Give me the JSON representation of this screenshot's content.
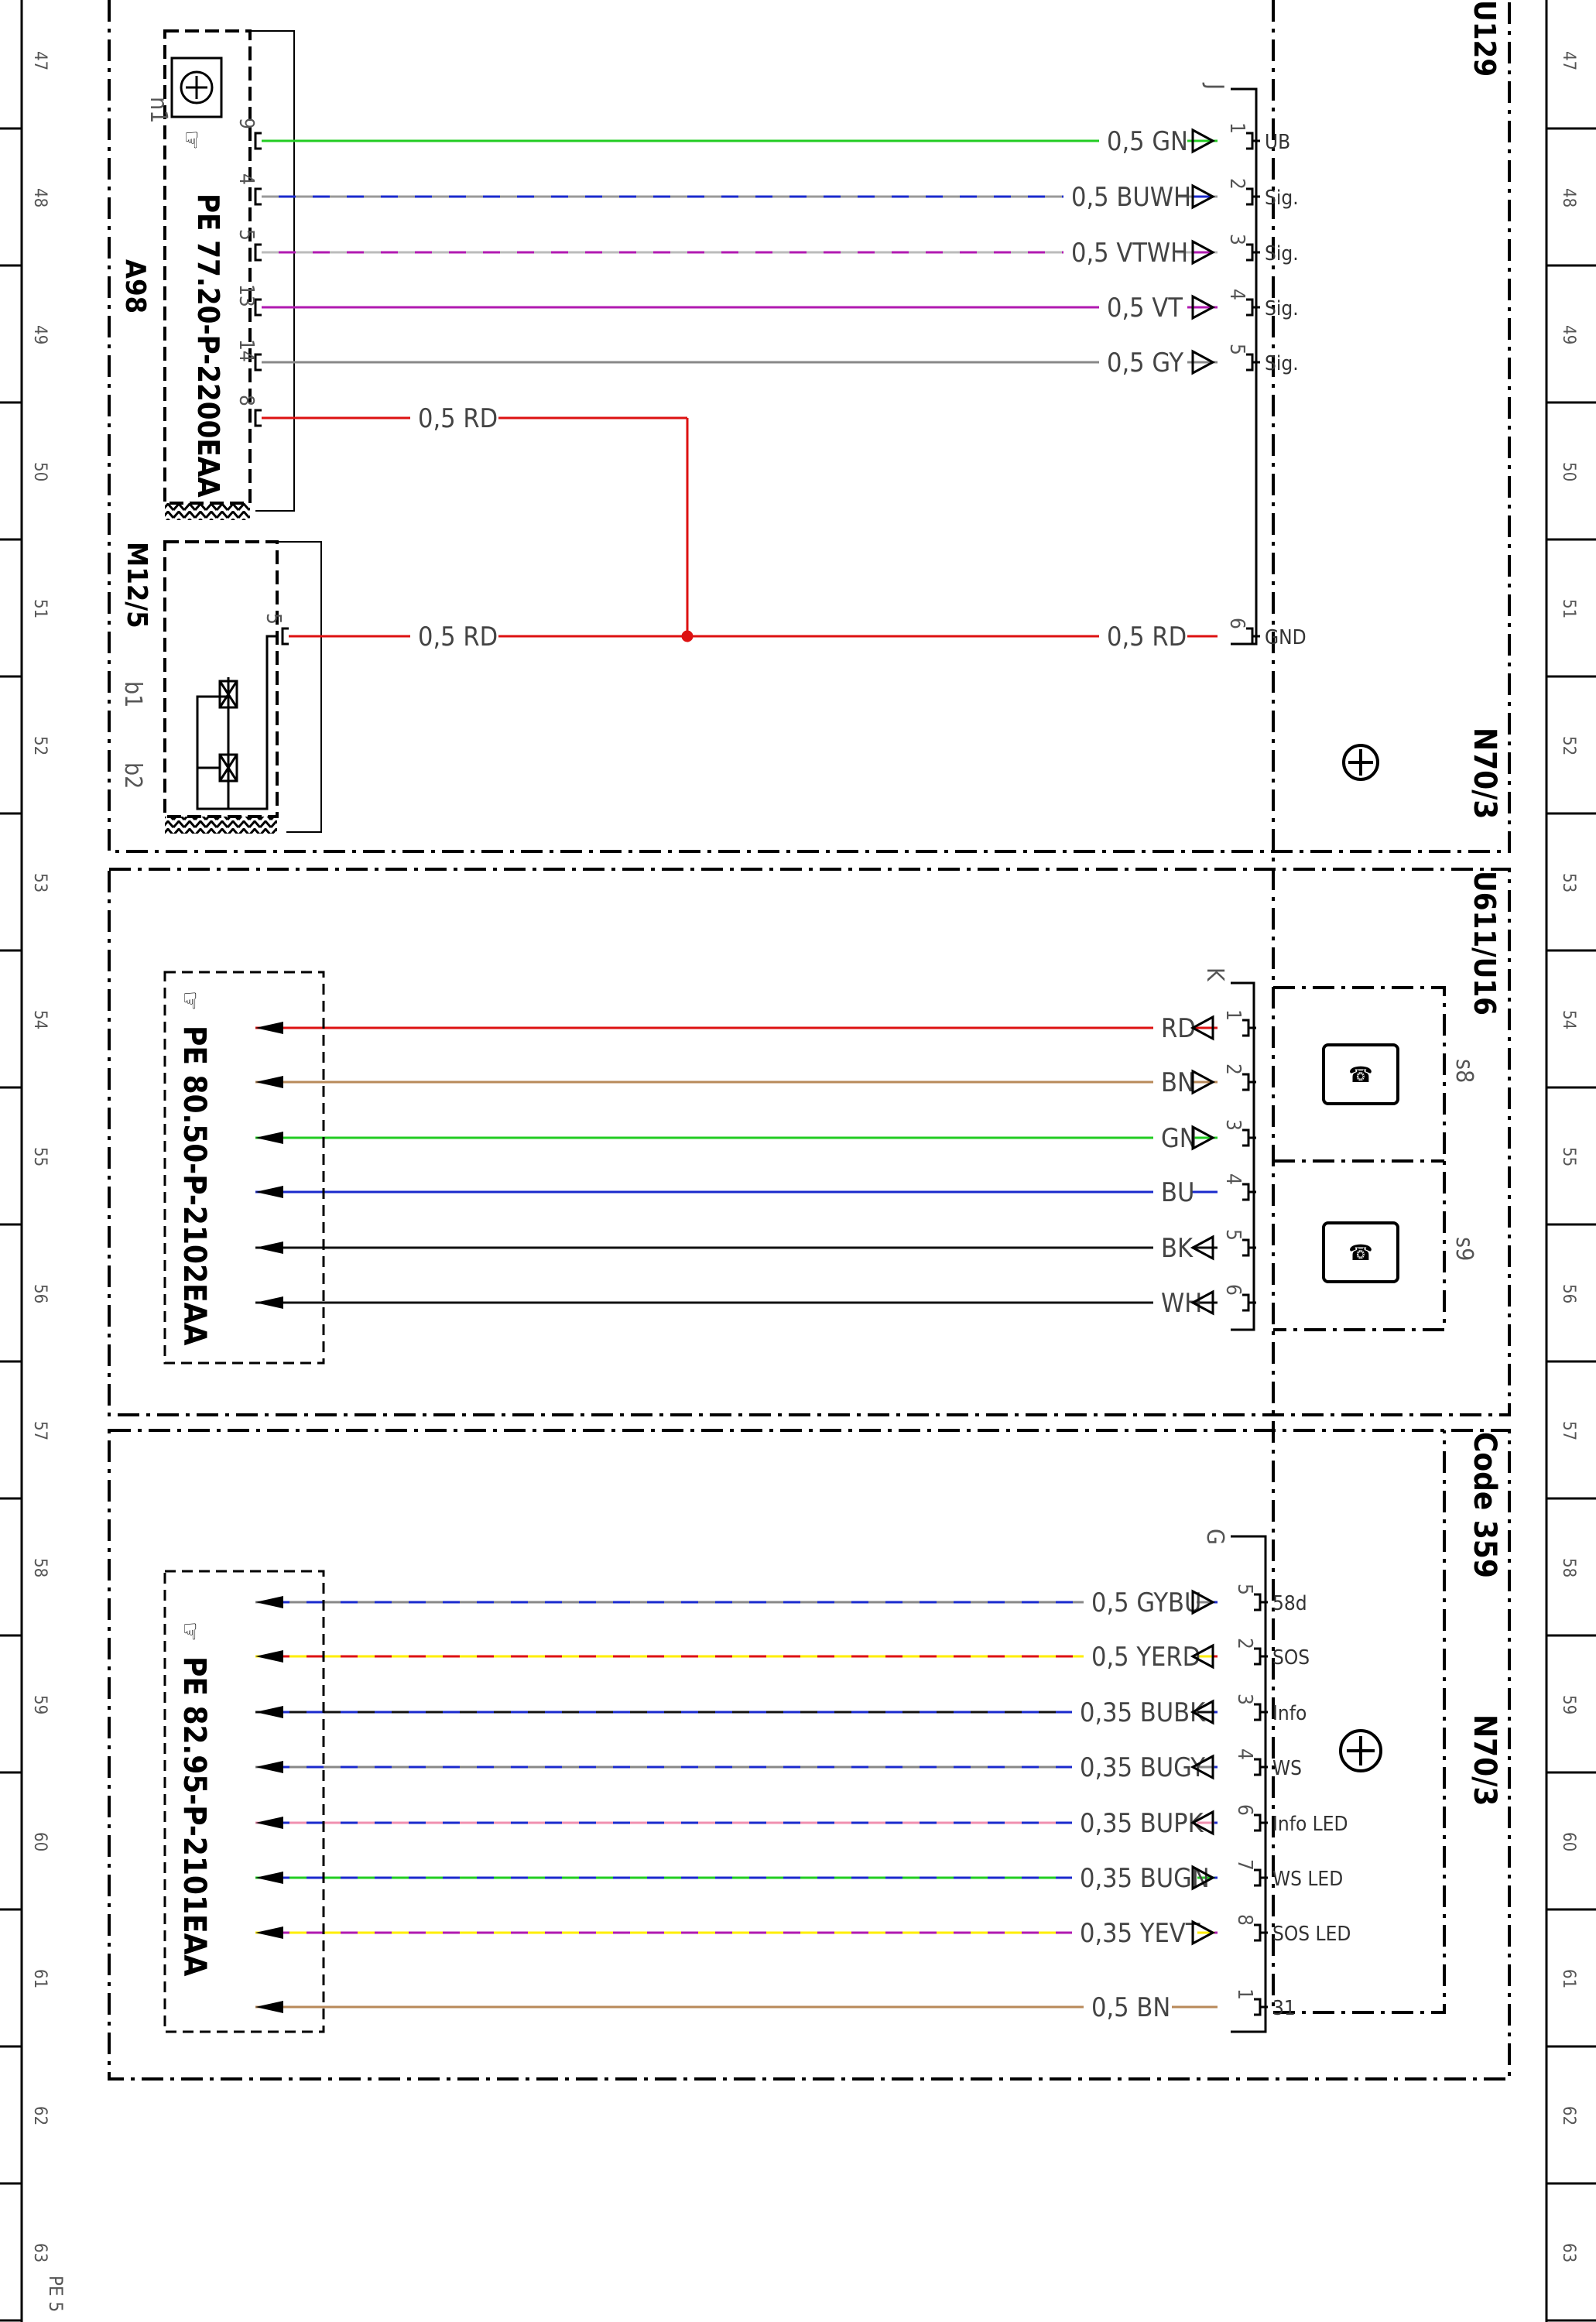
{
  "page": {
    "ref": "PE 5",
    "rows": [
      "47",
      "48",
      "49",
      "50",
      "51",
      "52",
      "53",
      "54",
      "55",
      "56",
      "57",
      "58",
      "59",
      "60",
      "61",
      "62",
      "63"
    ]
  },
  "components": {
    "a98": {
      "id": "A98",
      "doc": "PE 77.20-P-2200EAA",
      "sub": "n1"
    },
    "m12_5": {
      "id": "M12/5",
      "b1": "b1",
      "b2": "b2"
    },
    "u129": "U129",
    "n70_3_top": "N70/3",
    "u611": "U611/U16",
    "s8": "s8",
    "s9": "s9",
    "code": "Code 359",
    "n70_3_bottom": "N70/3",
    "pe_mid": "PE 80.50-P-2102EAA",
    "pe_bot": "PE 82.95-P-2101EAA"
  },
  "connectors": {
    "j": "J",
    "k": "K",
    "g": "G"
  },
  "wires": [
    {
      "id": "gn",
      "label": "0,5 GN",
      "c1": "#22cc22",
      "c2": "",
      "left_pin": "9",
      "pin": "1",
      "func": "UB"
    },
    {
      "id": "buwh",
      "label": "0,5 BUWH",
      "c1": "#1a2acc",
      "c2": "#999999",
      "left_pin": "4",
      "pin": "2",
      "func": "Sig."
    },
    {
      "id": "vtwh",
      "label": "0,5 VTWH",
      "c1": "#b01ab0",
      "c2": "#bbbbbb",
      "left_pin": "5",
      "pin": "3",
      "func": "Sig."
    },
    {
      "id": "vt",
      "label": "0,5 VT",
      "c1": "#b01ab0",
      "c2": "",
      "left_pin": "13",
      "pin": "4",
      "func": "Sig."
    },
    {
      "id": "gy",
      "label": "0,5 GY",
      "c1": "#888888",
      "c2": "",
      "left_pin": "14",
      "pin": "5",
      "func": "Sig."
    },
    {
      "id": "rd1",
      "label": "0,5 RD",
      "c1": "#dd1111",
      "c2": "",
      "left_pin": "8",
      "pin": "",
      "func": ""
    },
    {
      "id": "rd2",
      "label": "0,5 RD",
      "c1": "#dd1111",
      "c2": "",
      "left_pin": "5",
      "pin": "",
      "func": ""
    },
    {
      "id": "rd3",
      "label": "0,5 RD",
      "c1": "#dd1111",
      "c2": "",
      "left_pin": "",
      "pin": "6",
      "func": "GND"
    },
    {
      "id": "k_rd",
      "label": "RD",
      "c1": "#dd1111",
      "c2": "",
      "left_pin": "",
      "pin": "1",
      "func": ""
    },
    {
      "id": "k_bn",
      "label": "BN",
      "c1": "#b88a5a",
      "c2": "",
      "left_pin": "",
      "pin": "2",
      "func": ""
    },
    {
      "id": "k_gn",
      "label": "GN",
      "c1": "#22cc22",
      "c2": "",
      "left_pin": "",
      "pin": "3",
      "func": ""
    },
    {
      "id": "k_bu",
      "label": "BU",
      "c1": "#1a2acc",
      "c2": "",
      "left_pin": "",
      "pin": "4",
      "func": ""
    },
    {
      "id": "k_bk",
      "label": "BK",
      "c1": "#111111",
      "c2": "",
      "left_pin": "",
      "pin": "5",
      "func": ""
    },
    {
      "id": "k_wh",
      "label": "WH",
      "c1": "#111111",
      "c2": "",
      "left_pin": "",
      "pin": "6",
      "func": ""
    },
    {
      "id": "gybu",
      "label": "0,5 GYBU",
      "c1": "#1a2acc",
      "c2": "#888888",
      "left_pin": "",
      "pin": "5",
      "func": "58d"
    },
    {
      "id": "yerd",
      "label": "0,5 YERD",
      "c1": "#dd1111",
      "c2": "#ffee00",
      "left_pin": "",
      "pin": "2",
      "func": "SOS"
    },
    {
      "id": "bubk",
      "label": "0,35 BUBK",
      "c1": "#1a2acc",
      "c2": "#111111",
      "left_pin": "",
      "pin": "3",
      "func": "Info"
    },
    {
      "id": "bugy",
      "label": "0,35 BUGY",
      "c1": "#1a2acc",
      "c2": "#888888",
      "left_pin": "",
      "pin": "4",
      "func": "WS"
    },
    {
      "id": "bupk",
      "label": "0,35 BUPK",
      "c1": "#1a2acc",
      "c2": "#f090b0",
      "left_pin": "",
      "pin": "6",
      "func": "Info LED"
    },
    {
      "id": "bugn",
      "label": "0,35 BUGN",
      "c1": "#1a2acc",
      "c2": "#22cc22",
      "left_pin": "",
      "pin": "7",
      "func": "WS LED"
    },
    {
      "id": "yevt",
      "label": "0,35 YEVT",
      "c1": "#b01ab0",
      "c2": "#ffee00",
      "left_pin": "",
      "pin": "8",
      "func": "SOS LED"
    },
    {
      "id": "bn",
      "label": "0,5 BN",
      "c1": "#b88a5a",
      "c2": "",
      "left_pin": "",
      "pin": "1",
      "func": "31"
    }
  ]
}
